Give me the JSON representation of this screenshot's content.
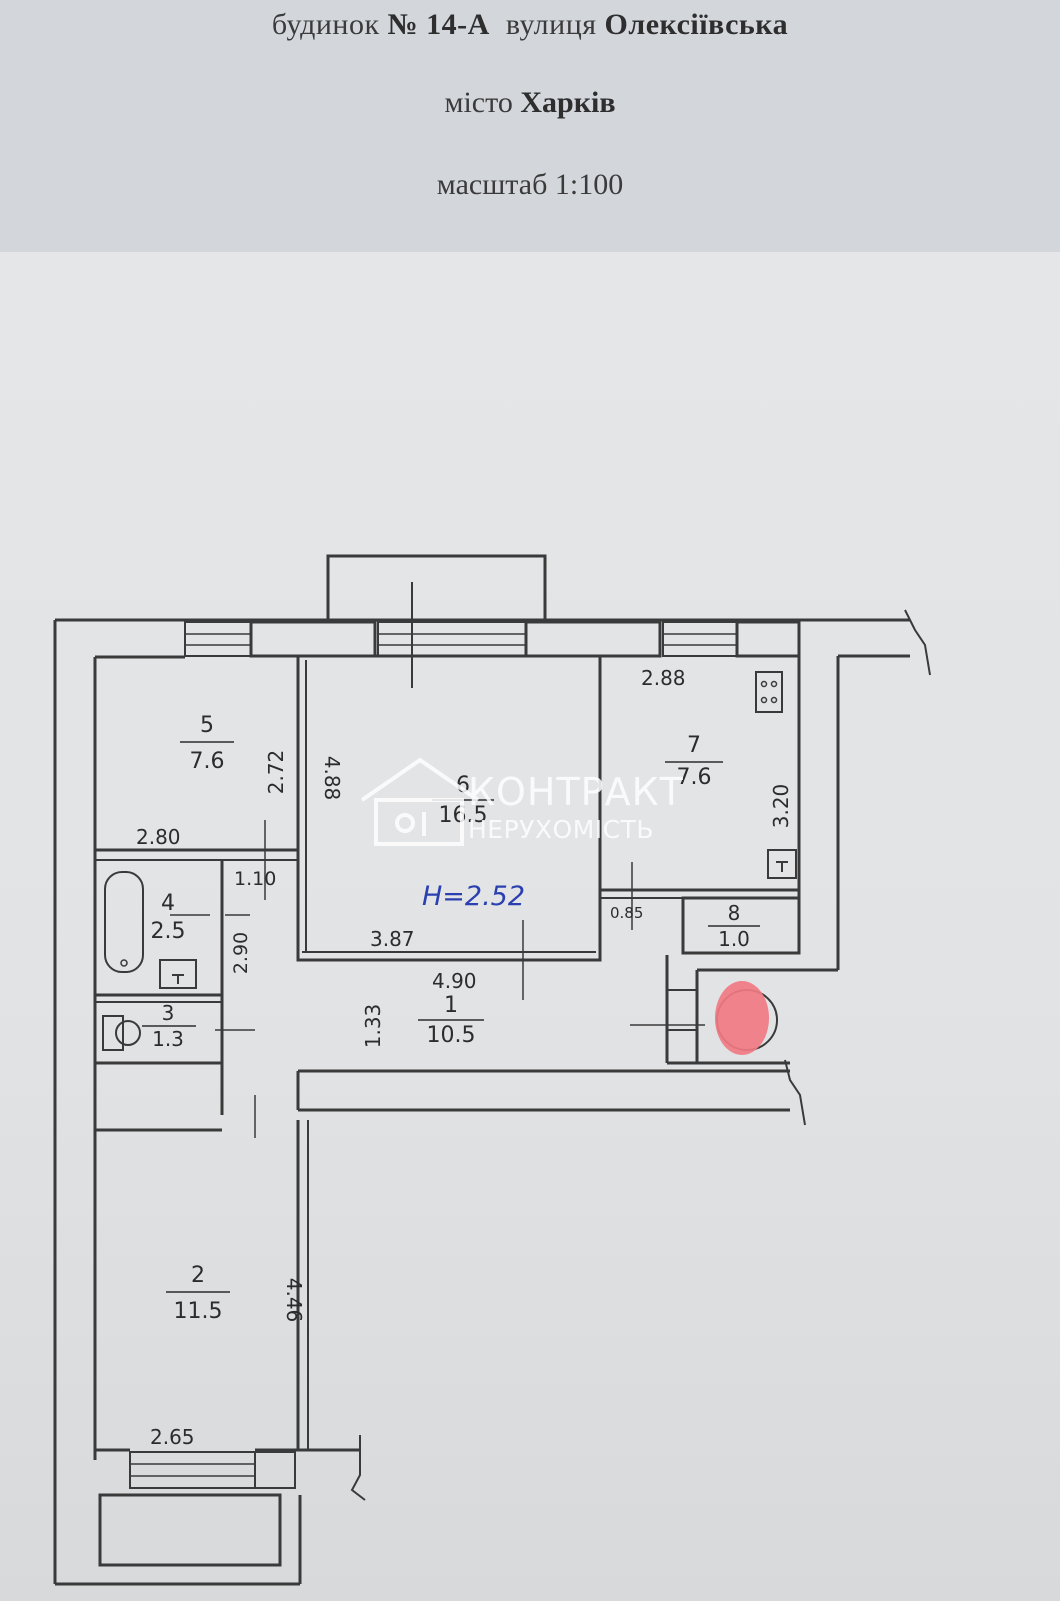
{
  "header": {
    "line1": {
      "prefix": "будинок",
      "number": "№ 14-А",
      "street_word": "вулиця",
      "street": "Олексіївська"
    },
    "line2": {
      "prefix": "місто",
      "city": "Харків"
    },
    "line3": {
      "scale": "масштаб 1:100"
    }
  },
  "rooms": [
    {
      "id": "1",
      "area": "10.5"
    },
    {
      "id": "2",
      "area": "11.5"
    },
    {
      "id": "3",
      "area": "1.3"
    },
    {
      "id": "4",
      "area": "2.5"
    },
    {
      "id": "5",
      "area": "7.6"
    },
    {
      "id": "6",
      "area": "16.5"
    },
    {
      "id": "7",
      "area": "7.6"
    },
    {
      "id": "8",
      "area": "1.0"
    }
  ],
  "dimensions": {
    "d_2_88": "2.88",
    "d_3_20": "3.20",
    "d_4_88": "4.88",
    "d_2_72": "2.72",
    "d_2_80": "2.80",
    "d_1_10": "1.10",
    "d_2_90": "2.90",
    "d_3_87": "3.87",
    "d_4_90": "4.90",
    "d_1_33": "1.33",
    "d_0_85": "0.85",
    "d_4_46": "4.46",
    "d_2_65": "2.65"
  },
  "ceiling_height": "H=2.52",
  "watermark": {
    "line1": "КОНТРАКТ",
    "line2": "НЕРУХОМІСТЬ"
  },
  "colors": {
    "wall": "#3a3a3a",
    "handwriting_blue": "#2a3fb0",
    "redaction": "#f07a82",
    "watermark": "#ffffff"
  }
}
